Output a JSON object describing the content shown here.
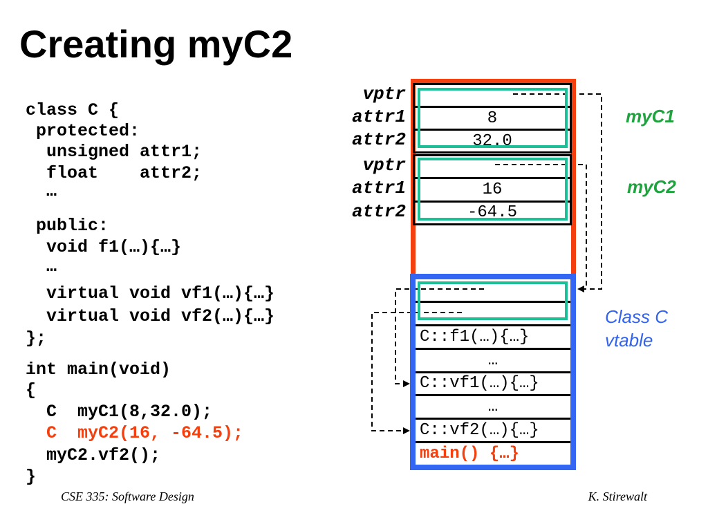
{
  "slide": {
    "title": "Creating myC2",
    "footer": {
      "course": "CSE 335: Software Design",
      "author": "K. Stirewalt"
    }
  },
  "code": {
    "lines": [
      {
        "text": "class C {"
      },
      {
        "text": "protected:"
      },
      {
        "text": "unsigned attr1;"
      },
      {
        "text": "float    attr2;"
      },
      {
        "text": "…"
      },
      {
        "text": "public:"
      },
      {
        "text": "void f1(…){…}"
      },
      {
        "text": "…"
      },
      {
        "text": "virtual void vf1(…){…}"
      },
      {
        "text": "virtual void vf2(…){…}"
      },
      {
        "text": "};"
      },
      {
        "text": "int main(void)"
      },
      {
        "text": "{"
      },
      {
        "text": "C  myC1(8,32.0);"
      },
      {
        "text": "C  myC2(16, -64.5);",
        "emphasized": true
      },
      {
        "text": "myC2.vf2();"
      },
      {
        "text": "}"
      }
    ]
  },
  "diagram": {
    "objects": [
      {
        "name": "myC1",
        "fields": [
          {
            "label": "vptr",
            "pointer": true
          },
          {
            "label": "attr1",
            "value": "8"
          },
          {
            "label": "attr2",
            "value": "32.0"
          }
        ]
      },
      {
        "name": "myC2",
        "fields": [
          {
            "label": "vptr",
            "pointer": true
          },
          {
            "label": "attr1",
            "value": "16"
          },
          {
            "label": "attr2",
            "value": "-64.5"
          }
        ]
      }
    ],
    "vtable": {
      "caption": [
        "Class C",
        "vtable"
      ],
      "entries": [
        {
          "pointer": true
        },
        {
          "pointer": true
        },
        {
          "text": "C::f1(…){…}"
        },
        {
          "text": "…"
        },
        {
          "text": "C::vf1(…){…}"
        },
        {
          "text": "…"
        },
        {
          "text": "C::vf2(…){…}"
        },
        {
          "text": "main() {…}",
          "emphasized": true
        }
      ]
    }
  },
  "colors": {
    "object_frame": "#f4400f",
    "vtable_frame": "#3466f4",
    "highlight_box": "#1dbf96",
    "object_label": "#1ea33e",
    "vtable_caption": "#3262ee",
    "emphasis_text": "#f4400f"
  }
}
